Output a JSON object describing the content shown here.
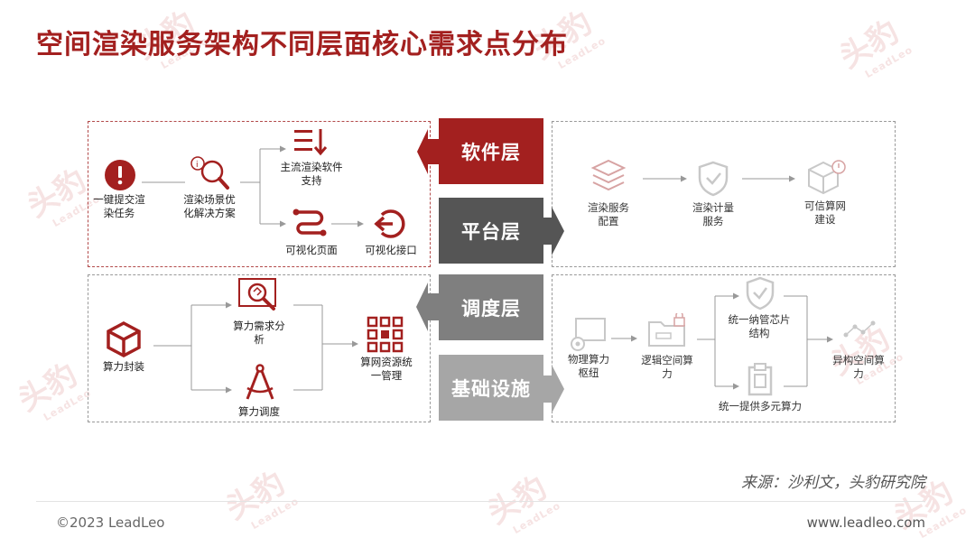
{
  "title": "空间渲染服务架构不同层面核心需求点分布",
  "watermark": {
    "big": "头豹",
    "small": "LeadLeo"
  },
  "layers": {
    "software": "软件层",
    "platform": "平台层",
    "scheduling": "调度层",
    "infrastructure": "基础设施"
  },
  "software_nodes": {
    "submit": "一键提交渲染任务",
    "scene": "渲染场景优化解决方案",
    "mainstream": "主流渲染软件支持",
    "visual_page": "可视化页面",
    "visual_api": "可视化接口"
  },
  "platform_nodes": {
    "config": "渲染服务配置",
    "metering": "渲染计量服务",
    "trusted": "可信算网建设"
  },
  "scheduling_nodes": {
    "package": "算力封装",
    "analysis": "算力需求分析",
    "dispatch": "算力调度",
    "manage": "算网资源统一管理"
  },
  "infra_nodes": {
    "hub": "物理算力枢纽",
    "logic": "逻辑空间算力",
    "chip": "统一纳管芯片结构",
    "multi": "统一提供多元算力",
    "hetero": "异构空间算力"
  },
  "colors": {
    "accent": "#a3201f",
    "dark_gray": "#555555",
    "mid_gray": "#7f7f7f",
    "light_gray": "#a6a6a6",
    "icon_gray": "#bdbdbd"
  },
  "source": "来源：沙利文，头豹研究院",
  "footer": {
    "copyright": "©2023 LeadLeo",
    "website": "www.leadleo.com"
  }
}
